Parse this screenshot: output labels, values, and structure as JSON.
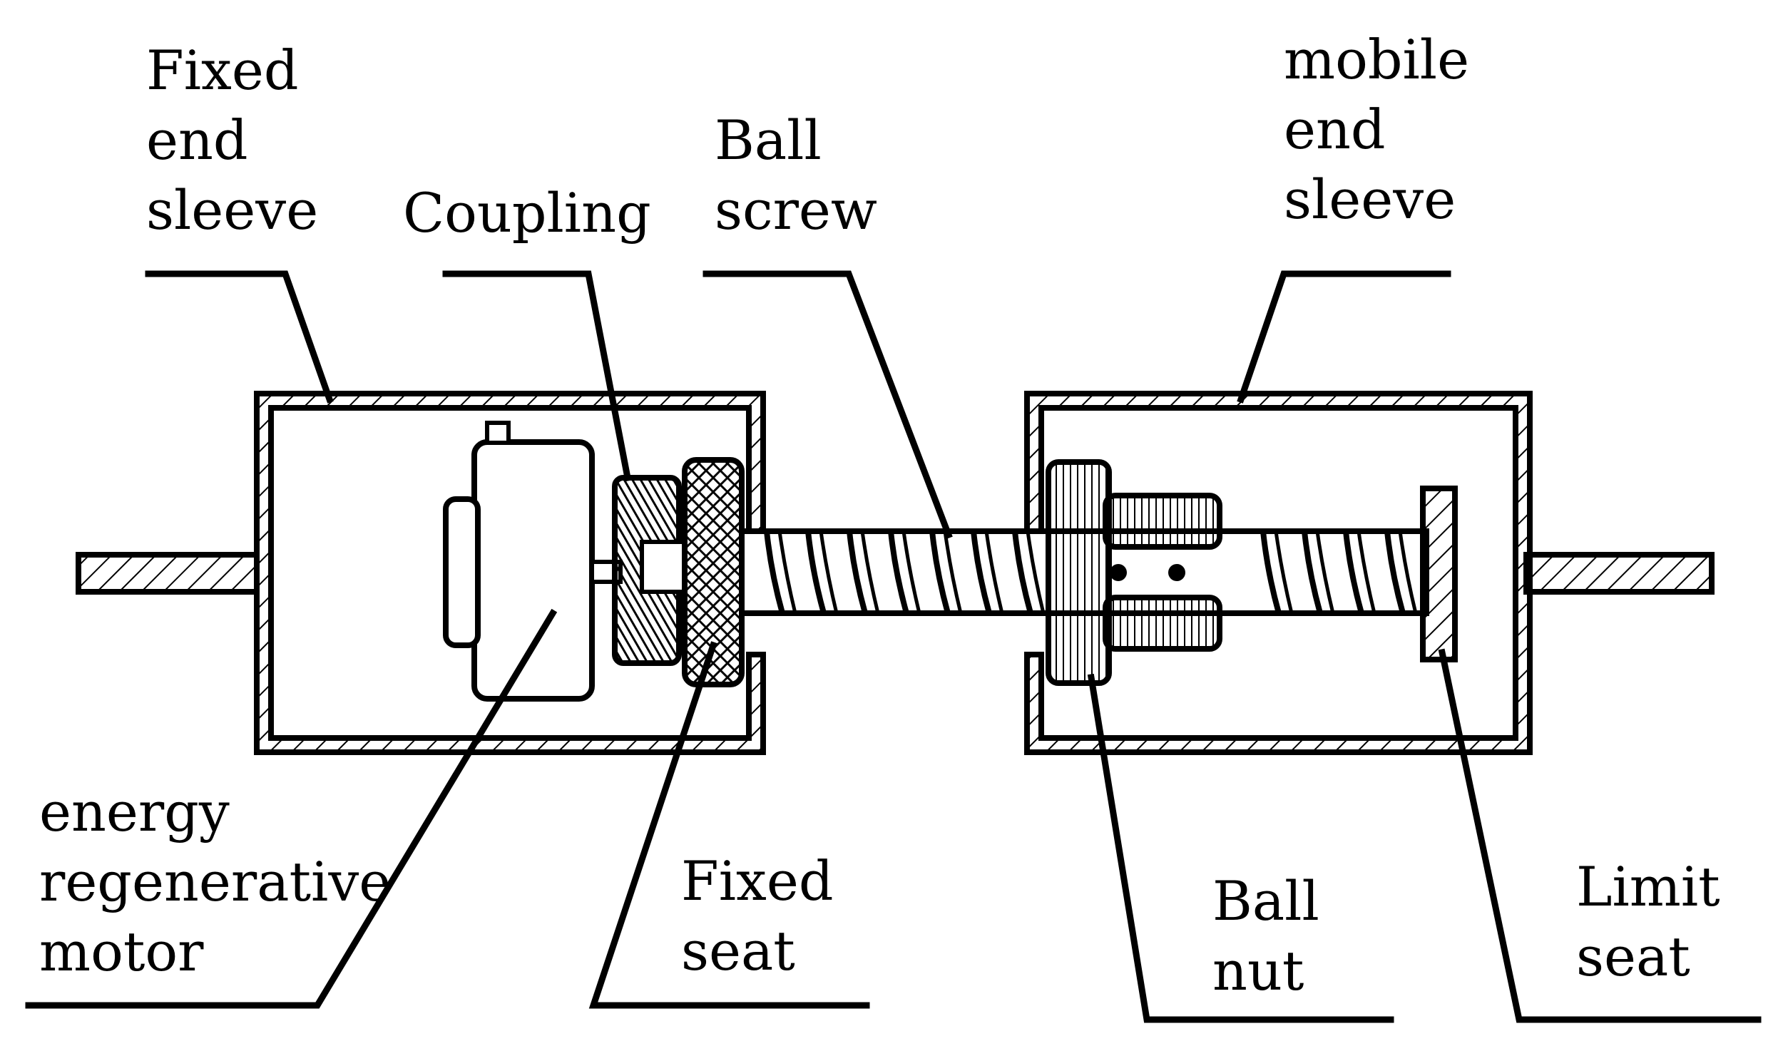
{
  "figure": {
    "labels": {
      "fixed_end_sleeve": [
        "Fixed",
        "end",
        "sleeve"
      ],
      "coupling": [
        "Coupling"
      ],
      "ball_screw": [
        "Ball",
        "screw"
      ],
      "mobile_end_sleeve": [
        "mobile",
        "end",
        "sleeve"
      ],
      "energy_regenerative_motor": [
        "energy",
        "regenerative",
        "motor"
      ],
      "fixed_seat": [
        "Fixed",
        "seat"
      ],
      "ball_nut": [
        "Ball",
        "nut"
      ],
      "limit_seat": [
        "Limit",
        "seat"
      ]
    },
    "colors": {
      "ink": "#000000",
      "background": "#ffffff"
    }
  }
}
